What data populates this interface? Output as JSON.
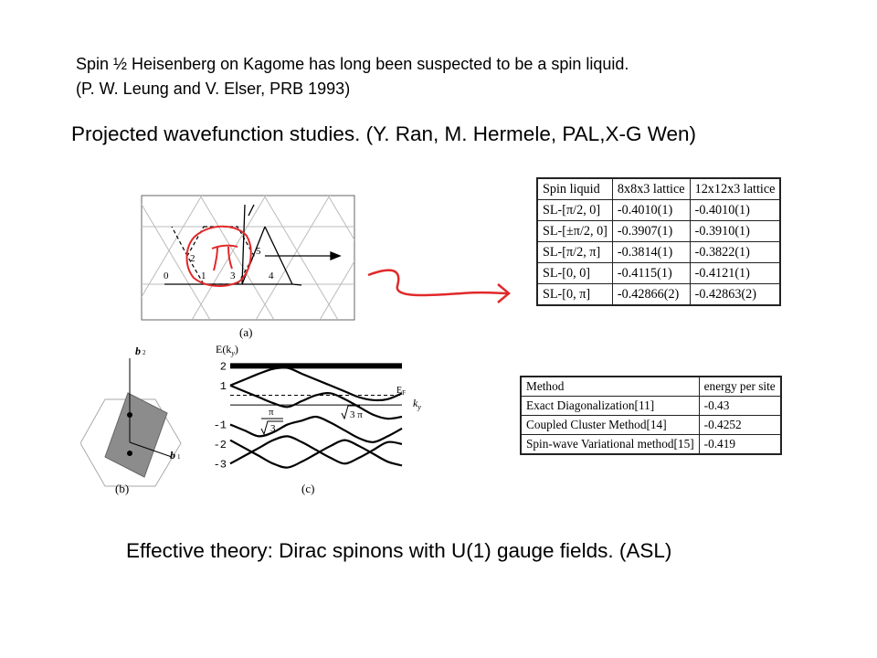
{
  "slide": {
    "intro_line1": "Spin ½ Heisenberg on Kagome has long been suspected to be a spin liquid.",
    "intro_line2": "(P. W. Leung and V. Elser, PRB 1993)",
    "heading": "Projected wavefunction studies. (Y. Ran, M. Hermele, PAL,X-G Wen)",
    "footer": "Effective theory: Dirac spinons with U(1) gauge fields. (ASL)"
  },
  "figure_a": {
    "caption": "(a)",
    "site_labels": [
      "0",
      "1",
      "2",
      "3",
      "4",
      "5"
    ],
    "handwritten": "π",
    "annotation_color": "#e0292b"
  },
  "figure_b": {
    "caption": "(b)",
    "label_b2": "b",
    "label_b2_sub": "2",
    "label_b1": "b",
    "label_b1_sub": "1",
    "fill_color": "#8c8c8c"
  },
  "figure_c": {
    "caption": "(c)",
    "ylabel": "E(k",
    "ylabel_sub": "y",
    "ylabel_close": ")",
    "ef_label": "E",
    "ef_sub": "F",
    "xlabel": "k",
    "xlabel_sub": "y",
    "frac_num": "π",
    "frac_den": "3",
    "sqrt3pi_label": "3 π"
  },
  "chart_data": {
    "type": "line",
    "title": "",
    "xlabel": "ky",
    "ylabel": "E(ky)",
    "xlim": [
      0,
      6
    ],
    "ylim": [
      -3.5,
      2.3
    ],
    "yticks": [
      "2",
      "1",
      "-1",
      "-2",
      "-3"
    ],
    "ytick_values": [
      2,
      1,
      -1,
      -2,
      -3
    ],
    "fermi_level": 0.5,
    "series": [
      {
        "x": [
          0,
          0.5,
          1.0,
          1.5,
          2.0,
          2.5,
          3.0,
          3.5,
          4.0,
          4.5,
          5.0,
          5.5,
          6.0
        ],
        "values": [
          2,
          2,
          2,
          2,
          2,
          2,
          2,
          2,
          2,
          2,
          2,
          2,
          2
        ]
      },
      {
        "x": [
          0,
          0.5,
          1.0,
          1.5,
          2.0,
          2.5,
          3.0,
          3.5,
          4.0,
          4.5,
          5.0,
          5.5,
          6.0
        ],
        "values": [
          1.0,
          1.3,
          1.6,
          1.85,
          1.9,
          1.6,
          1.3,
          1.0,
          0.7,
          0.4,
          0.25,
          0.3,
          0.6
        ]
      },
      {
        "x": [
          0,
          0.5,
          1.0,
          1.5,
          2.0,
          2.5,
          3.0,
          3.5,
          4.0,
          4.5,
          5.0,
          5.5,
          6.0
        ],
        "values": [
          1.0,
          0.7,
          0.4,
          0.1,
          -0.1,
          0.2,
          0.5,
          0.6,
          0.3,
          -0.1,
          -0.5,
          -0.7,
          -0.6
        ]
      },
      {
        "x": [
          0,
          0.5,
          1.0,
          1.5,
          2.0,
          2.5,
          3.0,
          3.5,
          4.0,
          4.5,
          5.0,
          5.5,
          6.0
        ],
        "values": [
          -1.0,
          -1.3,
          -1.6,
          -1.4,
          -1.0,
          -0.8,
          -0.6,
          -0.9,
          -1.3,
          -1.7,
          -1.9,
          -1.6,
          -1.2
        ]
      },
      {
        "x": [
          0,
          0.5,
          1.0,
          1.5,
          2.0,
          2.5,
          3.0,
          3.5,
          4.0,
          4.5,
          5.0,
          5.5,
          6.0
        ],
        "values": [
          -3.0,
          -2.6,
          -2.2,
          -1.8,
          -1.6,
          -1.9,
          -2.3,
          -2.7,
          -3.0,
          -2.7,
          -2.3,
          -1.9,
          -2.0
        ]
      },
      {
        "x": [
          0,
          0.5,
          1.0,
          1.5,
          2.0,
          2.5,
          3.0,
          3.5,
          4.0,
          4.5,
          5.0,
          5.5,
          6.0
        ],
        "values": [
          -1.8,
          -2.2,
          -2.6,
          -3.0,
          -3.2,
          -2.9,
          -2.5,
          -2.1,
          -1.8,
          -2.1,
          -2.5,
          -2.9,
          -3.1
        ]
      }
    ]
  },
  "spin_table": {
    "headers": [
      "Spin liquid",
      "8x8x3 lattice",
      "12x12x3 lattice"
    ],
    "rows": [
      [
        "SL-[π/2, 0]",
        "-0.4010(1)",
        "-0.4010(1)"
      ],
      [
        "SL-[±π/2, 0]",
        "-0.3907(1)",
        "-0.3910(1)"
      ],
      [
        "SL-[π/2, π]",
        "-0.3814(1)",
        "-0.3822(1)"
      ],
      [
        "SL-[0, 0]",
        "-0.4115(1)",
        "-0.4121(1)"
      ],
      [
        "SL-[0, π]",
        "-0.42866(2)",
        "-0.42863(2)"
      ]
    ]
  },
  "method_table": {
    "headers": [
      "Method",
      "energy per site"
    ],
    "rows": [
      [
        "Exact Diagonalization[11]",
        "-0.43"
      ],
      [
        "Coupled Cluster Method[14]",
        "-0.4252"
      ],
      [
        "Spin-wave Variational method[15]",
        "-0.419"
      ]
    ]
  }
}
